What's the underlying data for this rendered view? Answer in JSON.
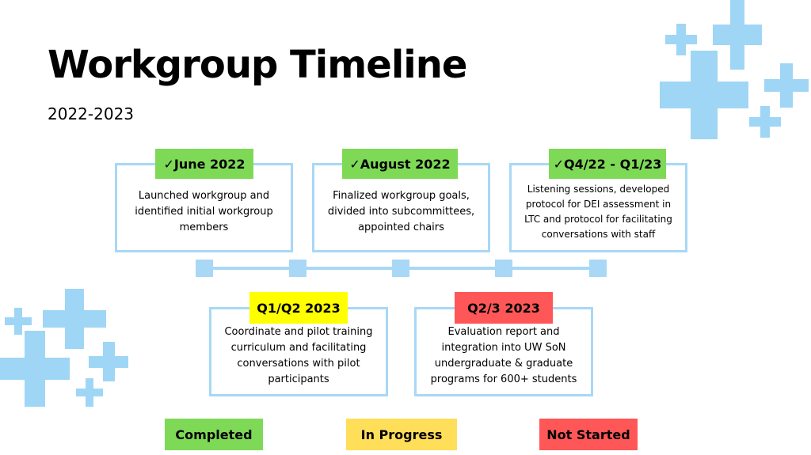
{
  "header": {
    "title": "Workgroup Timeline",
    "subtitle": "2022-2023"
  },
  "milestones": [
    {
      "label": "✓June 2022",
      "status": "completed",
      "text": "Launched workgroup and identified initial workgroup members"
    },
    {
      "label": "✓August 2022",
      "status": "completed",
      "text": "Finalized workgroup goals, divided into subcommittees, appointed chairs"
    },
    {
      "label": "✓Q4/22 - Q1/23",
      "status": "completed",
      "text": "Listening sessions, developed protocol for DEI assessment in LTC and protocol for facilitating conversations with staff"
    },
    {
      "label": "Q1/Q2 2023",
      "status": "in-progress",
      "text": "Coordinate and pilot training curriculum and facilitating conversations with pilot participants"
    },
    {
      "label": "Q2/3 2023",
      "status": "not-started",
      "text": "Evaluation report and integration into UW SoN undergraduate & graduate programs for 600+ students"
    }
  ],
  "legend": {
    "completed": "Completed",
    "in_progress": "In Progress",
    "not_started": "Not Started"
  },
  "colors": {
    "completed": "#7ed957",
    "in_progress_tag": "#ffff00",
    "in_progress_legend": "#ffde59",
    "not_started": "#ff5757",
    "accent": "#a8d8f5"
  }
}
